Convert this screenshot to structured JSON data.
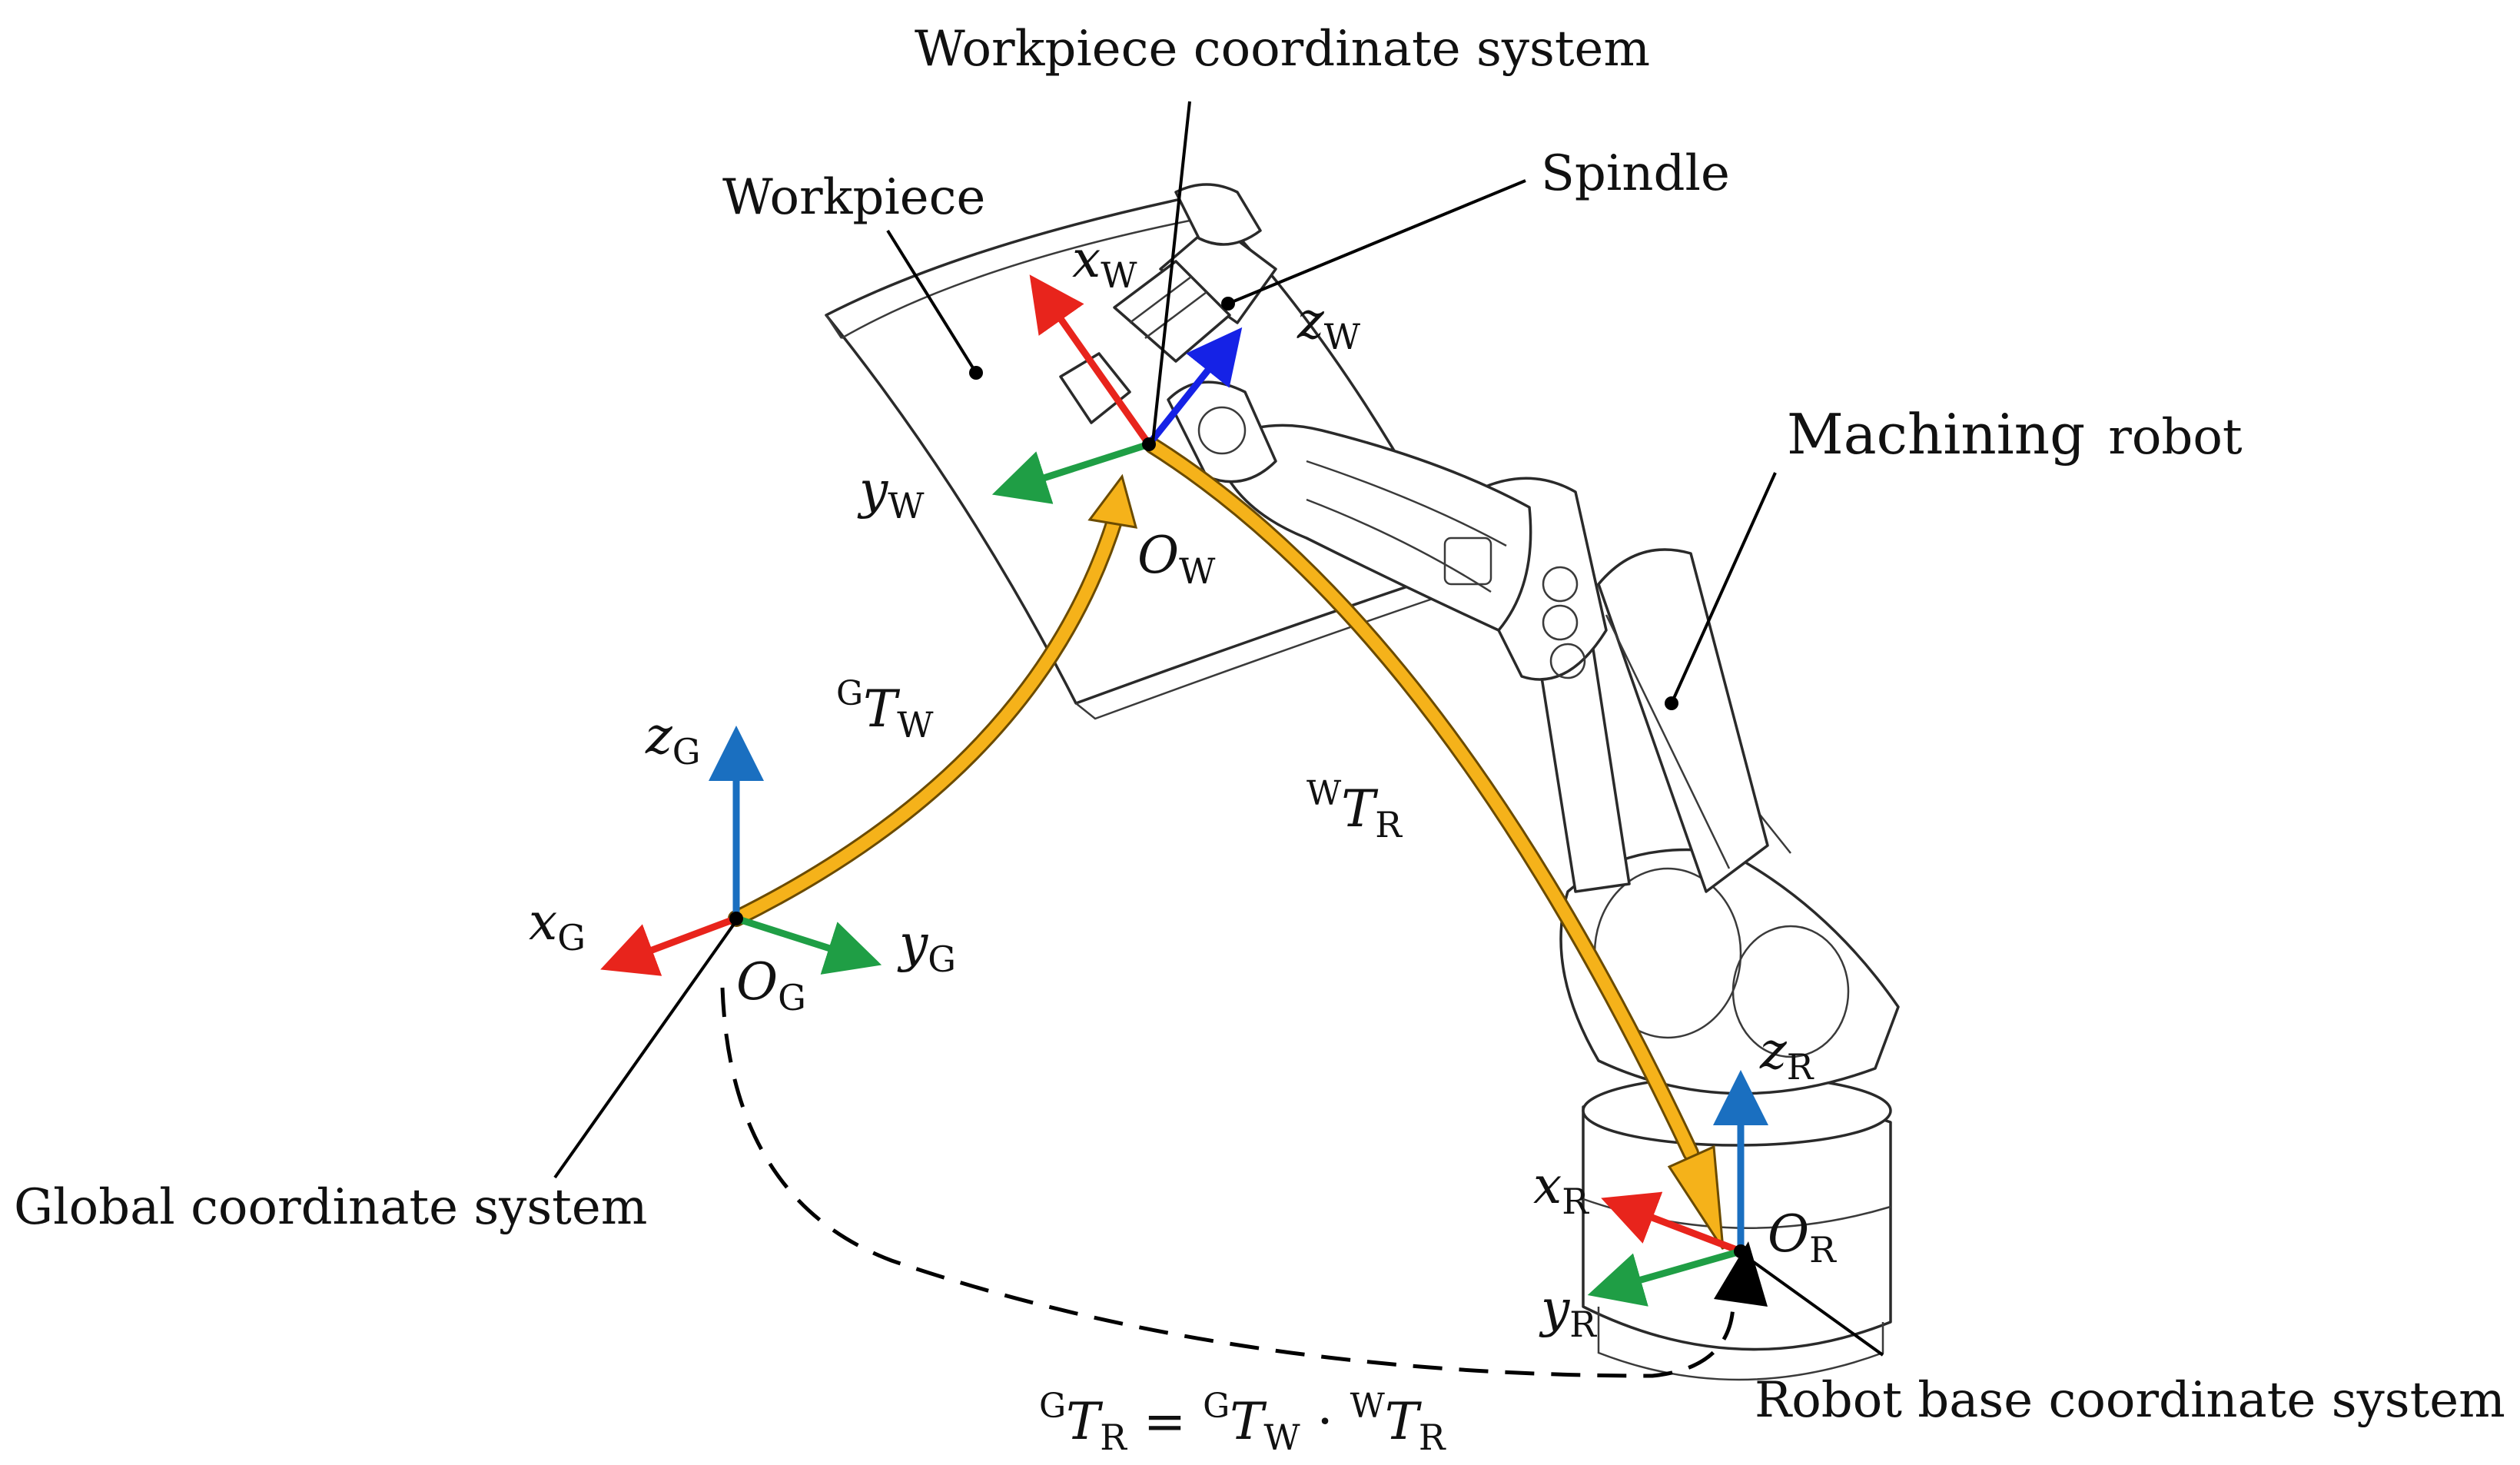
{
  "labels": {
    "workpiece_cs": "Workpiece coordinate system",
    "workpiece": "Workpiece",
    "spindle": "Spindle",
    "machining_robot_a": "Machining",
    "machining_robot_b": "robot",
    "global_cs": "Global coordinate system",
    "robot_base_cs": "Robot base coordinate system"
  },
  "symbols": {
    "x": "x",
    "y": "y",
    "z": "z",
    "O": "O",
    "T": "T",
    "sub_W": "W",
    "sub_G": "G",
    "sub_R": "R",
    "equals": "=",
    "dot": "·"
  },
  "colors": {
    "x_axis": "#e8241c",
    "y_axis": "#1f9e45",
    "z_axis_global": "#1a6fc0",
    "z_axis_workpiece": "#1522e6",
    "transform_arrow": "#f5b21a",
    "transform_arrow_edge": "#6b4b00",
    "line": "#000000"
  },
  "icons": {
    "workpiece": "curved-panel-shape",
    "robot": "industrial-robot-arm-drawing"
  }
}
